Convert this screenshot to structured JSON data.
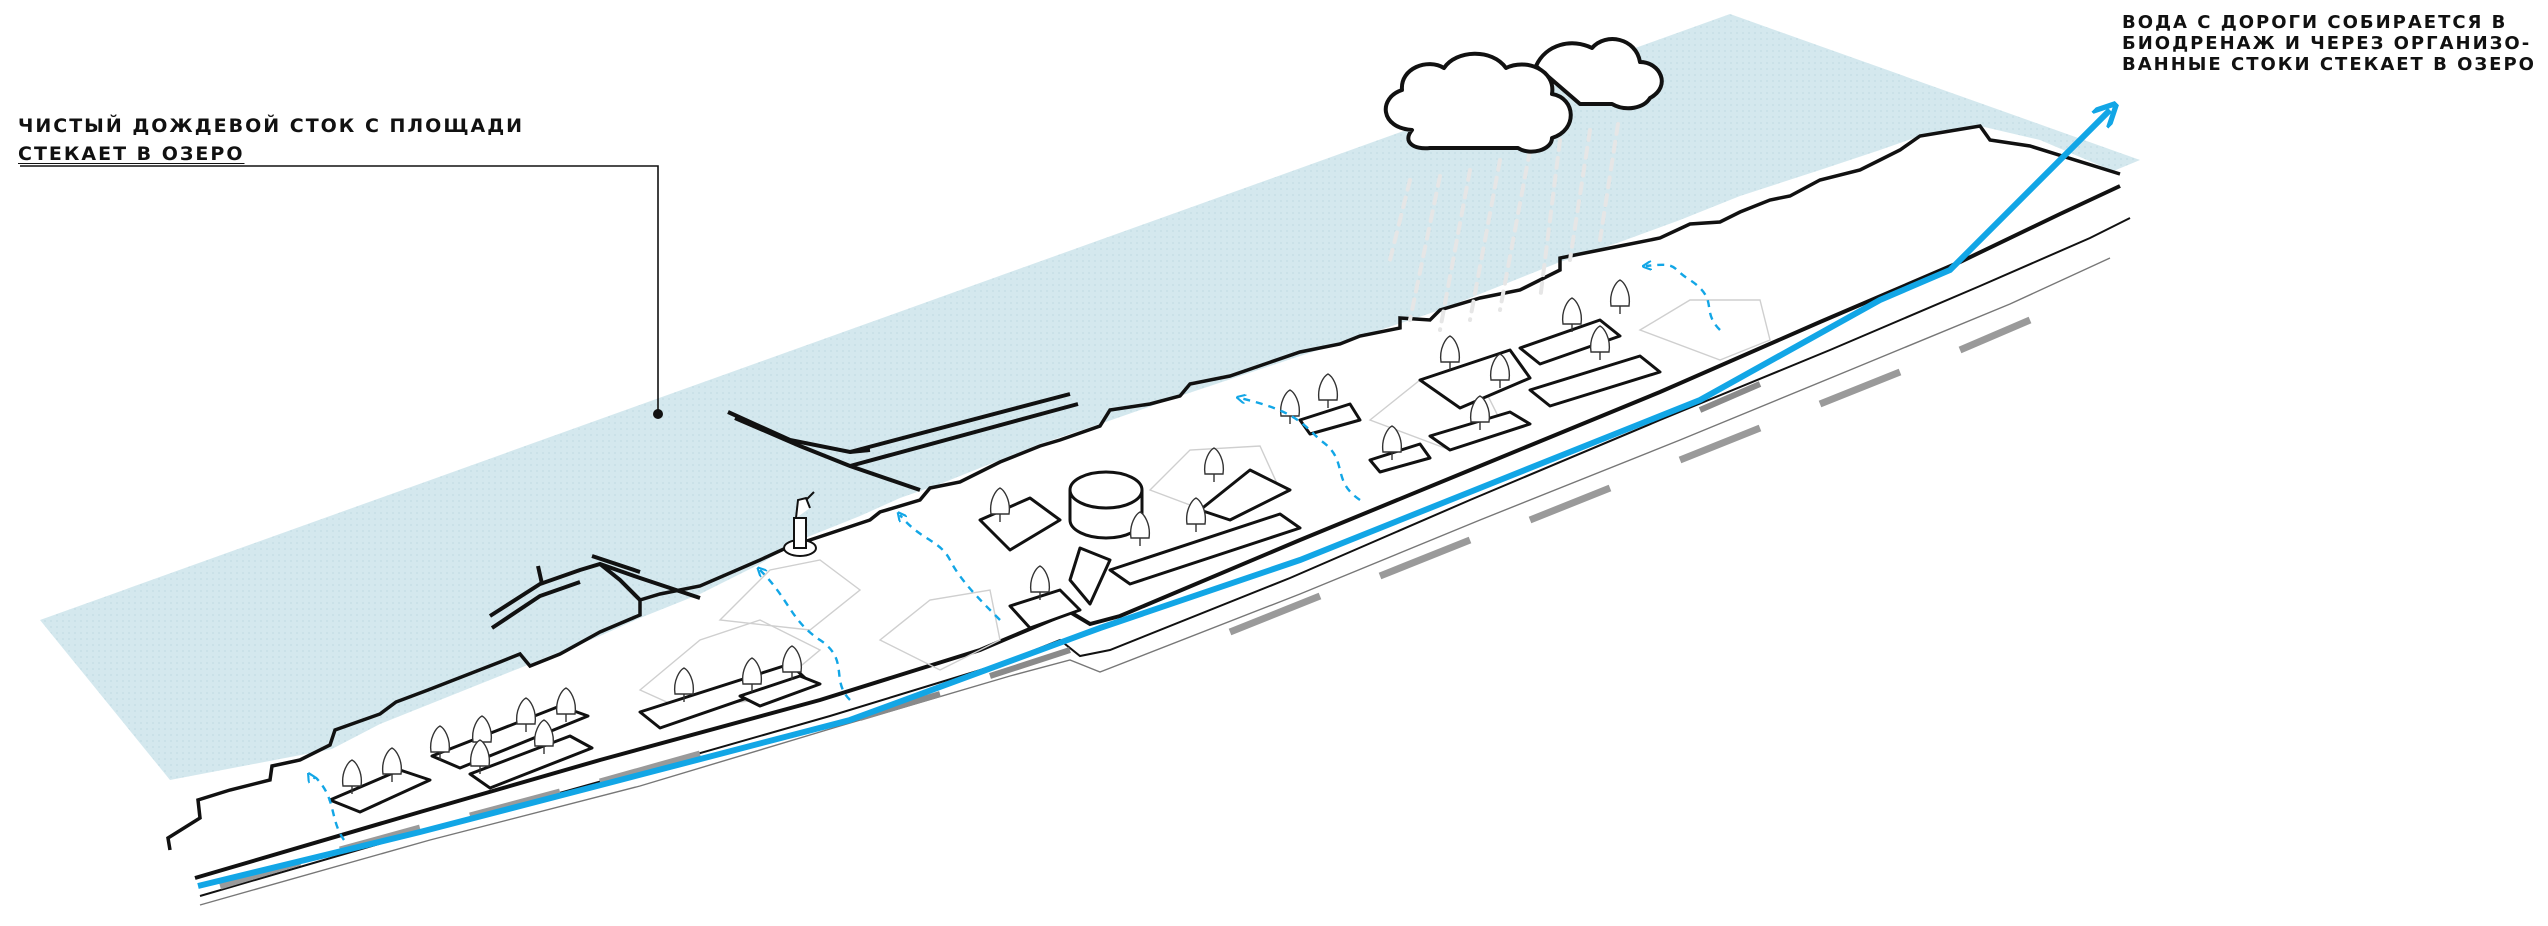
{
  "annotations": {
    "left": {
      "lines": [
        "ЧИСТЫЙ ДОЖДЕВОЙ СТОК С ПЛОЩАДИ",
        "СТЕКАЕТ В ОЗЕРО"
      ]
    },
    "right": {
      "lines": [
        "ВОДА С ДОРОГИ СОБИРАЕТСЯ В",
        "БИОДРЕНАЖ И ЧЕРЕЗ ОРГАНИЗО-",
        "ВАННЫЕ СТОКИ СТЕКАЕТ В ОЗЕРО"
      ]
    }
  },
  "colors": {
    "lake": "#d4e8ee",
    "water_flow": "#12a6e6",
    "outline": "#111111",
    "road_stripe": "#9a9a9a",
    "rain": "#e6e6e6"
  },
  "icons": [
    "cloud-icon",
    "rain-icon",
    "tree-icon",
    "statue-icon",
    "flow-arrow-icon"
  ]
}
